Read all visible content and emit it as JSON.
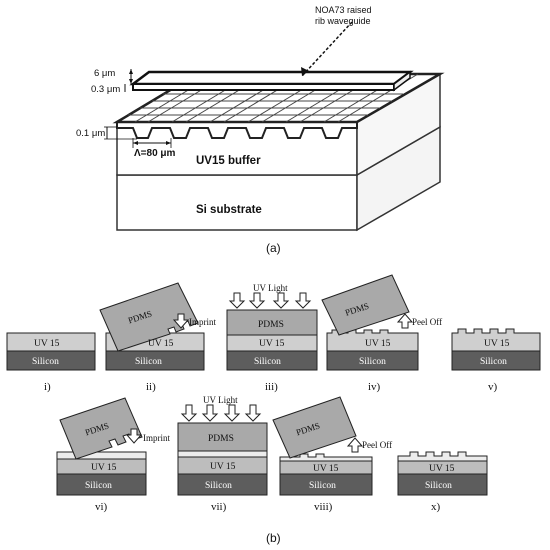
{
  "figure_a": {
    "annotation_waveguide_line1": "NOA73 raised",
    "annotation_waveguide_line2": "rib waveguide",
    "dim_6um": "6 μm",
    "dim_03um": "0.3 μm",
    "dim_01um": "0.1 μm",
    "dim_period": "Λ=80 μm",
    "layer_buffer": "UV15 buffer",
    "layer_substrate": "Si substrate",
    "caption": "(a)"
  },
  "figure_b": {
    "caption": "(b)",
    "steps": [
      {
        "roman": "i)",
        "uv15": "UV 15",
        "silicon": "Silicon"
      },
      {
        "roman": "ii)",
        "pdms": "PDMS",
        "uv15": "UV 15",
        "silicon": "Silicon",
        "action": "Imprint"
      },
      {
        "roman": "iii)",
        "pdms": "PDMS",
        "uv15": "UV 15",
        "silicon": "Silicon",
        "light": "UV Light"
      },
      {
        "roman": "iv)",
        "pdms": "PDMS",
        "uv15": "UV 15",
        "silicon": "Silicon",
        "action": "Peel Off"
      },
      {
        "roman": "v)",
        "uv15": "UV 15",
        "silicon": "Silicon"
      },
      {
        "roman": "vi)",
        "pdms": "PDMS",
        "uv15": "UV 15",
        "silicon": "Silicon",
        "action": "Imprint"
      },
      {
        "roman": "vii)",
        "pdms": "PDMS",
        "uv15": "UV 15",
        "silicon": "Silicon",
        "light": "UV Light"
      },
      {
        "roman": "viii)",
        "pdms": "PDMS",
        "uv15": "UV 15",
        "silicon": "Silicon",
        "action": "Peel Off"
      },
      {
        "roman": "x)",
        "uv15": "UV 15",
        "silicon": "Silicon"
      }
    ]
  },
  "colors": {
    "uv15": "#c8c8c8",
    "uv15_top": "#e4e4e4",
    "silicon": "#5a5a5a",
    "pdms": "#a9a9a9",
    "outline": "#222222"
  }
}
